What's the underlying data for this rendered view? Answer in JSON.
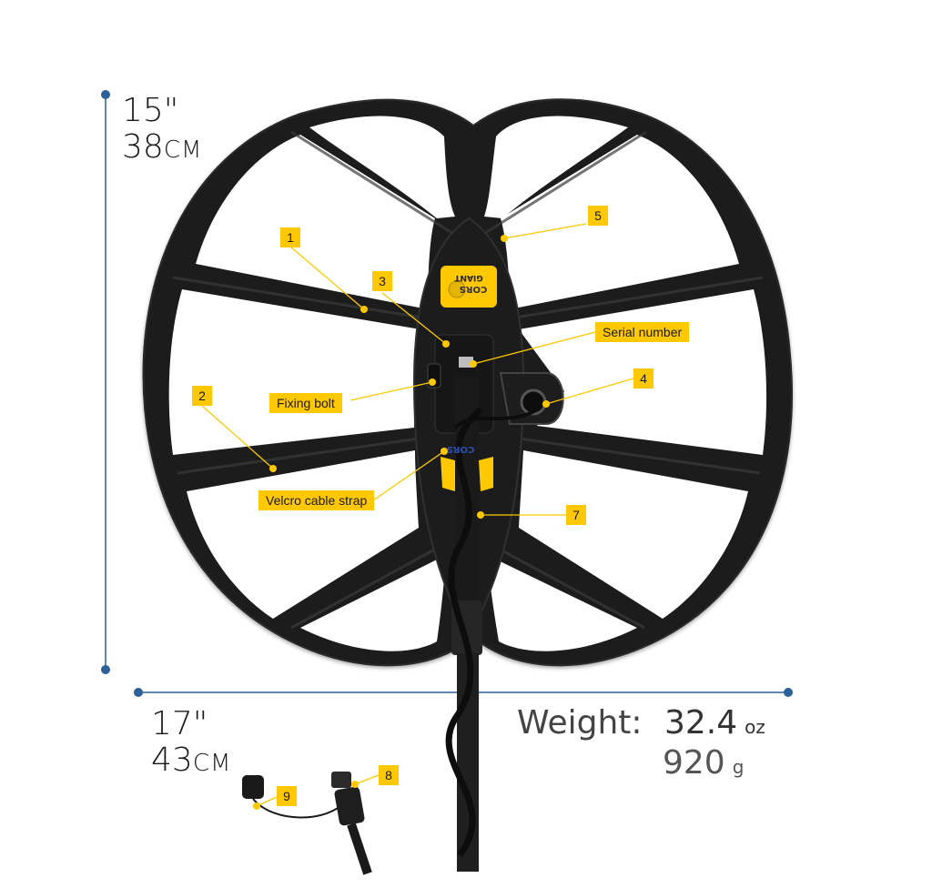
{
  "dimensions": {
    "height_in": "15\"",
    "height_cm_value": "38",
    "height_cm_unit": "CM",
    "width_in": "17\"",
    "width_cm_value": "43",
    "width_cm_unit": "CM"
  },
  "weight": {
    "label": "Weight:",
    "oz_value": "32.4",
    "oz_unit": "oz",
    "g_value": "920",
    "g_unit": "g"
  },
  "callouts": [
    {
      "id": "1",
      "text": "1"
    },
    {
      "id": "2",
      "text": "2"
    },
    {
      "id": "3",
      "text": "3"
    },
    {
      "id": "4",
      "text": "4"
    },
    {
      "id": "5",
      "text": "5"
    },
    {
      "id": "7",
      "text": "7"
    },
    {
      "id": "8",
      "text": "8"
    },
    {
      "id": "9",
      "text": "9"
    },
    {
      "id": "serial",
      "text": "Serial number"
    },
    {
      "id": "bolt",
      "text": "Fixing bolt"
    },
    {
      "id": "velcro",
      "text": "Velcro cable strap"
    }
  ],
  "product_label": {
    "brand": "CORS",
    "model": "GIANT"
  },
  "colors": {
    "coil": "#1c1c1c",
    "accent": "#ffc800",
    "dimension_line": "#2d5f9a"
  }
}
